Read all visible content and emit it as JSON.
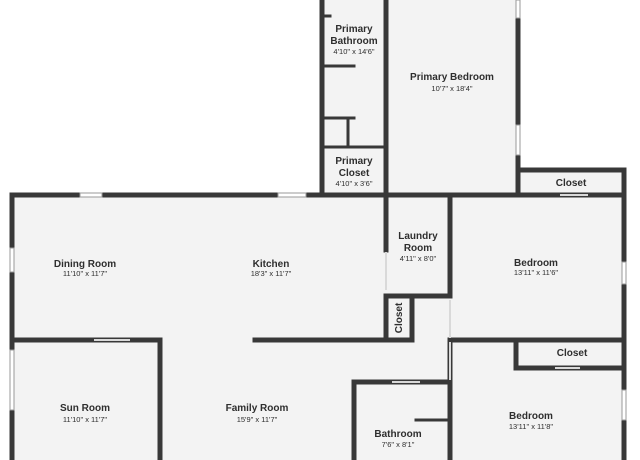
{
  "rooms": {
    "primary_bathroom": {
      "name_line1": "Primary",
      "name_line2": "Bathroom",
      "dims": "4'10\" x 14'6\""
    },
    "primary_bedroom": {
      "name": "Primary Bedroom",
      "dims": "10'7\" x 18'4\""
    },
    "primary_closet": {
      "name_line1": "Primary",
      "name_line2": "Closet",
      "dims": "4'10\" x 3'6\""
    },
    "closet_top": {
      "name": "Closet"
    },
    "dining_room": {
      "name": "Dining Room",
      "dims": "11'10\" x 11'7\""
    },
    "kitchen": {
      "name": "Kitchen",
      "dims": "18'3\" x 11'7\""
    },
    "laundry_room": {
      "name_line1": "Laundry",
      "name_line2": "Room",
      "dims": "4'11\" x 8'0\""
    },
    "bedroom_1": {
      "name": "Bedroom",
      "dims": "13'11\" x 11'6\""
    },
    "closet_small": {
      "name": "Closet"
    },
    "closet_bottom": {
      "name": "Closet"
    },
    "sun_room": {
      "name": "Sun Room",
      "dims": "11'10\" x 11'7\""
    },
    "family_room": {
      "name": "Family Room",
      "dims": "15'9\" x 11'7\""
    },
    "bathroom": {
      "name": "Bathroom",
      "dims": "7'6\" x 8'1\""
    },
    "bedroom_2": {
      "name": "Bedroom",
      "dims": "13'11\" x 11'8\""
    }
  }
}
